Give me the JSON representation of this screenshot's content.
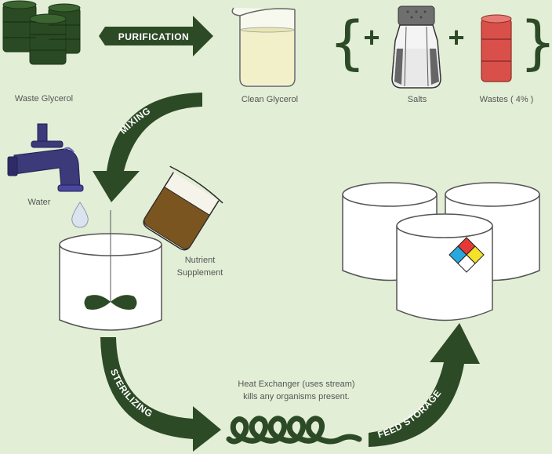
{
  "labels": {
    "waste_glycerol": "Waste Glycerol",
    "clean_glycerol": "Clean Glycerol",
    "salts": "Salts",
    "wastes": "Wastes ( 4% )",
    "water": "Water",
    "nutrient_line1": "Nutrient",
    "nutrient_line2": "Supplement",
    "heat_line1": "Heat Exchanger (uses stream)",
    "heat_line2": "kills any organisms present."
  },
  "arrows": {
    "purification": "PURIFICATION",
    "mixing": "MIXING",
    "sterilizing": "STERILIZING",
    "feed_storage": "FEED STORAGE"
  },
  "symbols": {
    "plus": "+",
    "brace_left": "{",
    "brace_right": "}"
  },
  "colors": {
    "background": "#e3eed6",
    "arrow": "#2d4a26",
    "barrel_dark": "#2a4a23",
    "waste_barrel": "#d9504a",
    "nutrient": "#7a5520",
    "coil": "#2d4a26"
  }
}
